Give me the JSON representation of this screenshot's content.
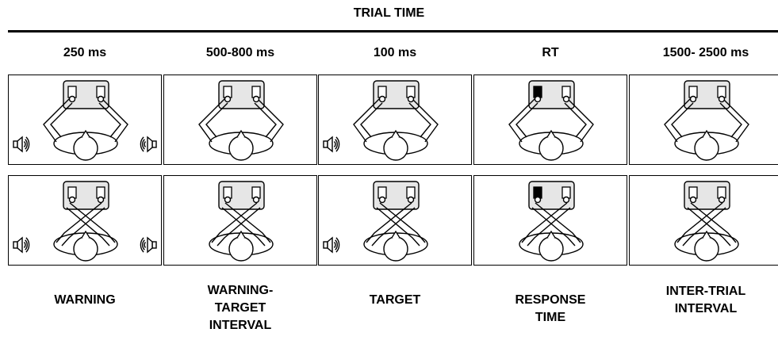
{
  "diagram": {
    "title": "TRIAL TIME",
    "colors": {
      "line": "#000000",
      "panel_fill": "#ffffff",
      "device_fill": "#e6e6e6",
      "pressed_key": "#000000"
    },
    "columns": [
      {
        "duration": "250 ms",
        "phase_lines": [
          "WARNING"
        ],
        "top": {
          "speaker_left": true,
          "speaker_right": true,
          "pressed": "none"
        },
        "bottom": {
          "speaker_left": true,
          "speaker_right": true,
          "pressed": "none"
        }
      },
      {
        "duration": "500-800 ms",
        "phase_lines": [
          "WARNING-",
          "TARGET",
          "INTERVAL"
        ],
        "top": {
          "speaker_left": false,
          "speaker_right": false,
          "pressed": "none"
        },
        "bottom": {
          "speaker_left": false,
          "speaker_right": false,
          "pressed": "none"
        }
      },
      {
        "duration": "100 ms",
        "phase_lines": [
          "TARGET"
        ],
        "top": {
          "speaker_left": true,
          "speaker_right": false,
          "pressed": "none"
        },
        "bottom": {
          "speaker_left": true,
          "speaker_right": false,
          "pressed": "none"
        }
      },
      {
        "duration": "RT",
        "phase_lines": [
          "RESPONSE",
          "TIME"
        ],
        "top": {
          "speaker_left": false,
          "speaker_right": false,
          "pressed": "left"
        },
        "bottom": {
          "speaker_left": false,
          "speaker_right": false,
          "pressed": "left"
        }
      },
      {
        "duration": "1500- 2500 ms",
        "phase_lines": [
          "INTER-TRIAL",
          "INTERVAL"
        ],
        "top": {
          "speaker_left": false,
          "speaker_right": false,
          "pressed": "none"
        },
        "bottom": {
          "speaker_left": false,
          "speaker_right": false,
          "pressed": "none"
        }
      }
    ],
    "rows": [
      {
        "posture": "uncrossed-hands"
      },
      {
        "posture": "crossed-hands"
      }
    ]
  }
}
